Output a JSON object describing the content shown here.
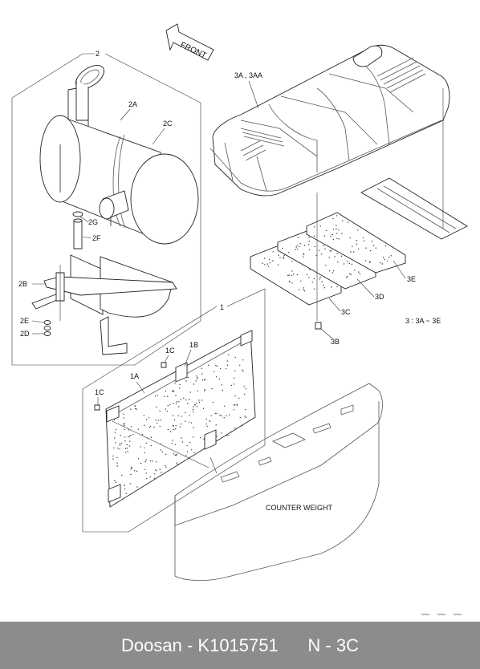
{
  "diagram": {
    "direction_label": "FRONT",
    "callouts": {
      "group_2": "2",
      "p2A": "2A",
      "p2C": "2C",
      "p2G": "2G",
      "p2F": "2F",
      "p2B": "2B",
      "p2E": "2E",
      "p2D": "2D",
      "group_1": "1",
      "p1C_top": "1C",
      "p1B": "1B",
      "p1A": "1A",
      "p1C_left": "1C",
      "p3A": "3A , 3AA",
      "p3E": "3E",
      "p3D": "3D",
      "p3C": "3C",
      "p3B": "3B"
    },
    "legend_note": "3 : 3A ~ 3E",
    "counterweight_label": "COUNTER WEIGHT"
  },
  "footer": {
    "text": "Doosan - K1015751      N - 3C"
  }
}
